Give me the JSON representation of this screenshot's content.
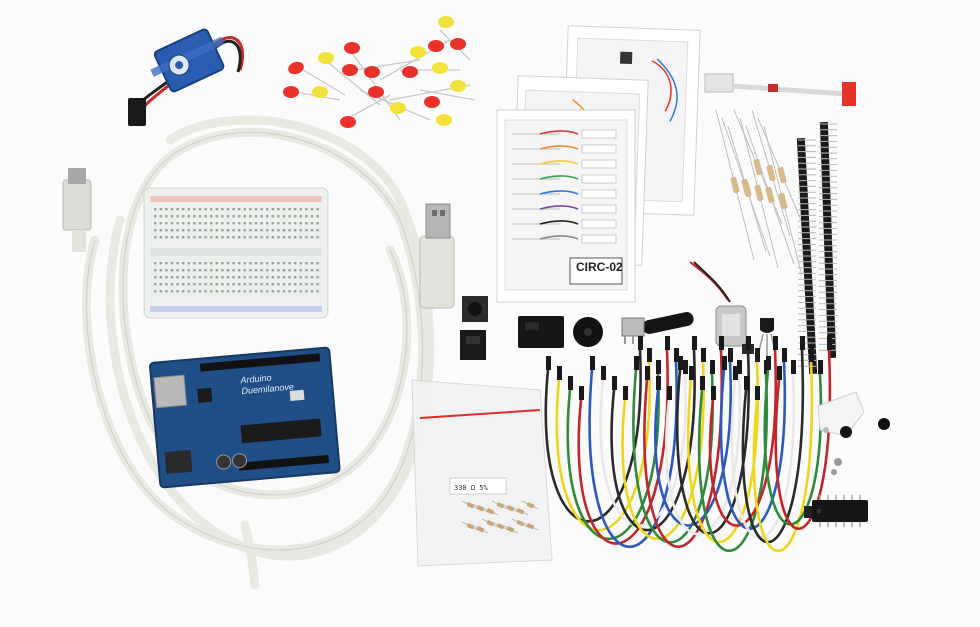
{
  "scene": {
    "background": "#fbfbfb"
  },
  "board": {
    "brand": "Arduino",
    "model": "Duemilanove",
    "color": "#1f4f86"
  },
  "cards": {
    "front_title": "CIRC-02",
    "colors": [
      "#d93b3b",
      "#f2892b",
      "#f2d22b",
      "#3aa64a",
      "#2a7bd6",
      "#7b3fb8",
      "#222222",
      "#8a8a8a"
    ]
  },
  "bag": {
    "label": "330 Ω 5%"
  },
  "colors": {
    "led_red": "#e8322a",
    "led_yellow": "#f3e23a",
    "cable": "#e9e9e4",
    "servo": "#2a5db0",
    "jumper_colors": [
      "#2a2a2a",
      "#f0d51c",
      "#2f8a3a",
      "#c3262a",
      "#2a5ac0",
      "#e8e8e8"
    ]
  },
  "icons": [
    "servo-icon",
    "led-icon",
    "usb-cable-icon",
    "breadboard-icon",
    "arduino-board-icon",
    "resistor-icon",
    "header-pin-icon",
    "jumper-wire-icon",
    "ic-chip-icon",
    "relay-icon",
    "potentiometer-icon",
    "motor-icon",
    "pushbutton-icon",
    "piezo-icon",
    "transistor-icon"
  ]
}
